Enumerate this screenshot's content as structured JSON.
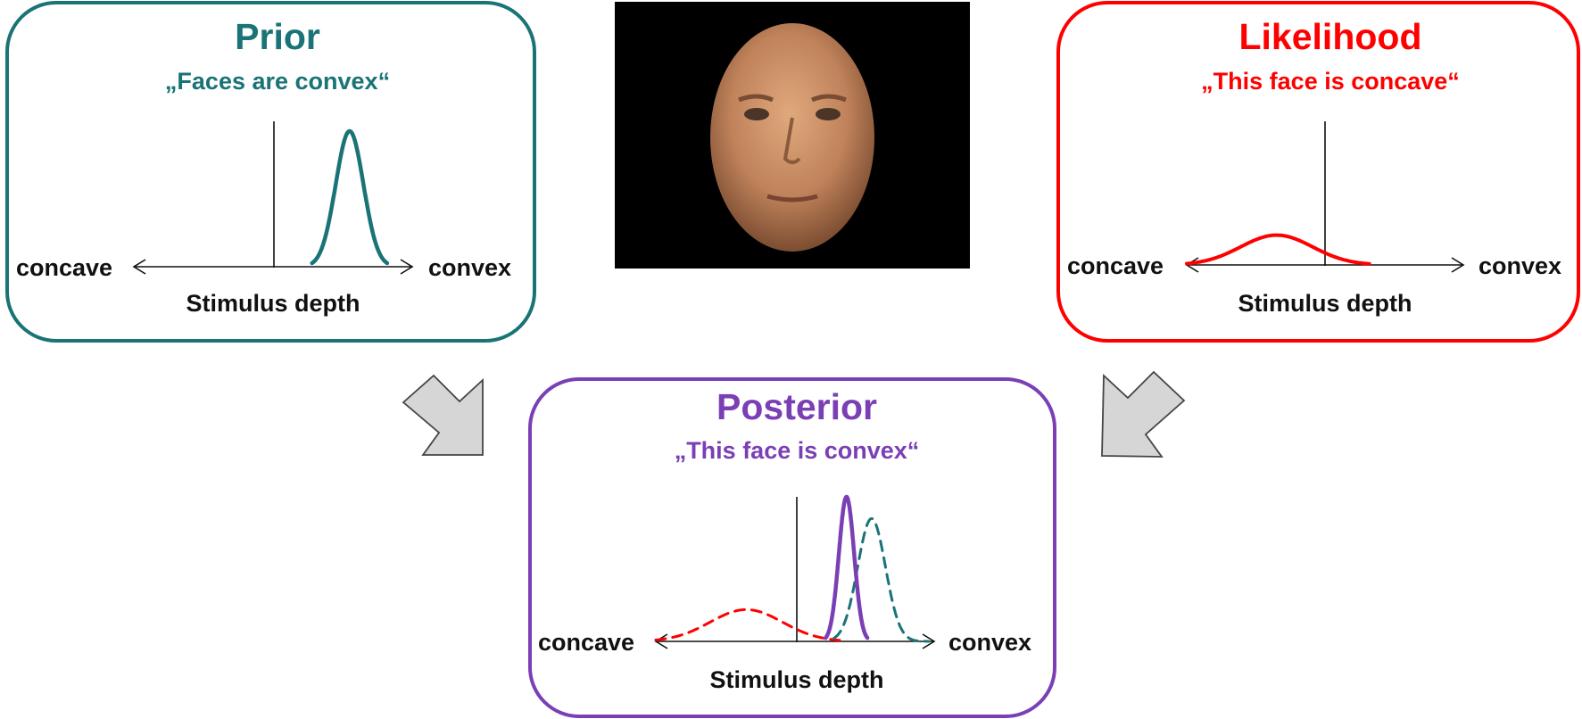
{
  "colors": {
    "prior": "#1a7376",
    "likelihood": "#ff0000",
    "posterior": "#7b3fb5",
    "arrow_fill": "#d6d6d6",
    "arrow_stroke": "#444444",
    "axis": "#111111",
    "photo_bg": "#000000"
  },
  "prior": {
    "title": "Prior",
    "subtitle": "„Faces are convex“",
    "left_label": "concave",
    "right_label": "convex",
    "axis_label": "Stimulus depth"
  },
  "likelihood": {
    "title": "Likelihood",
    "subtitle": "„This face is concave“",
    "left_label": "concave",
    "right_label": "convex",
    "axis_label": "Stimulus depth"
  },
  "posterior": {
    "title": "Posterior",
    "subtitle": "„This face is convex“",
    "left_label": "concave",
    "right_label": "convex",
    "axis_label": "Stimulus depth"
  },
  "chart_data": [
    {
      "type": "line",
      "panel": "prior",
      "xlabel": "Stimulus depth",
      "xlim": [
        -1,
        1
      ],
      "ylim": [
        0,
        1
      ],
      "series": [
        {
          "mean": 0.55,
          "sd": 0.1,
          "peak": 1.0,
          "range": [
            0.28,
            0.82
          ],
          "style": "solid",
          "color": "#1a7376"
        }
      ]
    },
    {
      "type": "line",
      "panel": "likelihood",
      "xlabel": "Stimulus depth",
      "xlim": [
        -1,
        1
      ],
      "ylim": [
        0,
        1
      ],
      "series": [
        {
          "mean": -0.35,
          "sd": 0.26,
          "peak": 0.22,
          "range": [
            -1.0,
            0.32
          ],
          "style": "solid",
          "color": "#ff0000"
        }
      ]
    },
    {
      "type": "line",
      "panel": "posterior",
      "xlabel": "Stimulus depth",
      "xlim": [
        -1,
        1
      ],
      "ylim": [
        0,
        1
      ],
      "series": [
        {
          "mean": 0.37,
          "sd": 0.055,
          "peak": 1.0,
          "range": [
            0.22,
            0.52
          ],
          "style": "solid",
          "color": "#7b3fb5"
        },
        {
          "mean": 0.55,
          "sd": 0.1,
          "peak": 0.85,
          "range": [
            0.28,
            0.96
          ],
          "style": "dashed",
          "color": "#1a7376"
        },
        {
          "mean": -0.35,
          "sd": 0.26,
          "peak": 0.22,
          "range": [
            -1.0,
            0.32
          ],
          "style": "dashed",
          "color": "#ff0000"
        }
      ]
    }
  ]
}
